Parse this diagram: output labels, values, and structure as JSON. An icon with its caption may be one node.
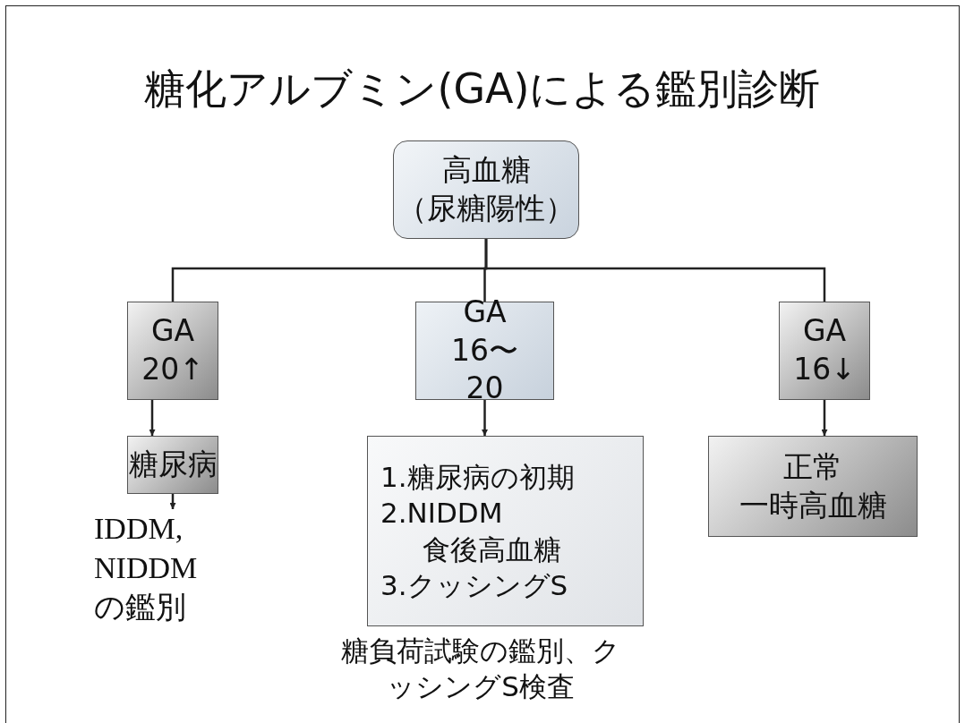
{
  "diagram": {
    "title": "糖化アルブミン(GA)による鑑別診断",
    "nodes": [
      {
        "text": [
          "高血糖",
          "（尿糖陽性）"
        ]
      },
      {
        "text": [
          "GA 20↑"
        ]
      },
      {
        "text": [
          "GA 16〜20"
        ]
      },
      {
        "text": [
          "GA 16↓"
        ]
      },
      {
        "text": [
          "糖尿病"
        ]
      },
      {
        "text": [
          "1.糖尿病の初期",
          "2.NIDDM 食後高血糖",
          "3.クッシングS"
        ],
        "beside": [
          "糖負荷試験の鑑別、クッシングS検査"
        ]
      },
      {
        "text": [
          "正常",
          "一時高血糖"
        ]
      },
      {
        "text": [
          "IDDM, NIDDM の鑑別"
        ]
      }
    ],
    "edges": [
      {
        "from": 0,
        "to": 1,
        "arrow": "none"
      },
      {
        "from": 0,
        "to": 2,
        "arrow": "none"
      },
      {
        "from": 0,
        "to": 3,
        "arrow": "none"
      },
      {
        "from": 1,
        "to": 4,
        "arrow": "to"
      },
      {
        "from": 2,
        "to": 5,
        "arrow": "to"
      },
      {
        "from": 3,
        "to": 6,
        "arrow": "to"
      },
      {
        "from": 4,
        "to": 7,
        "arrow": "to"
      }
    ]
  }
}
